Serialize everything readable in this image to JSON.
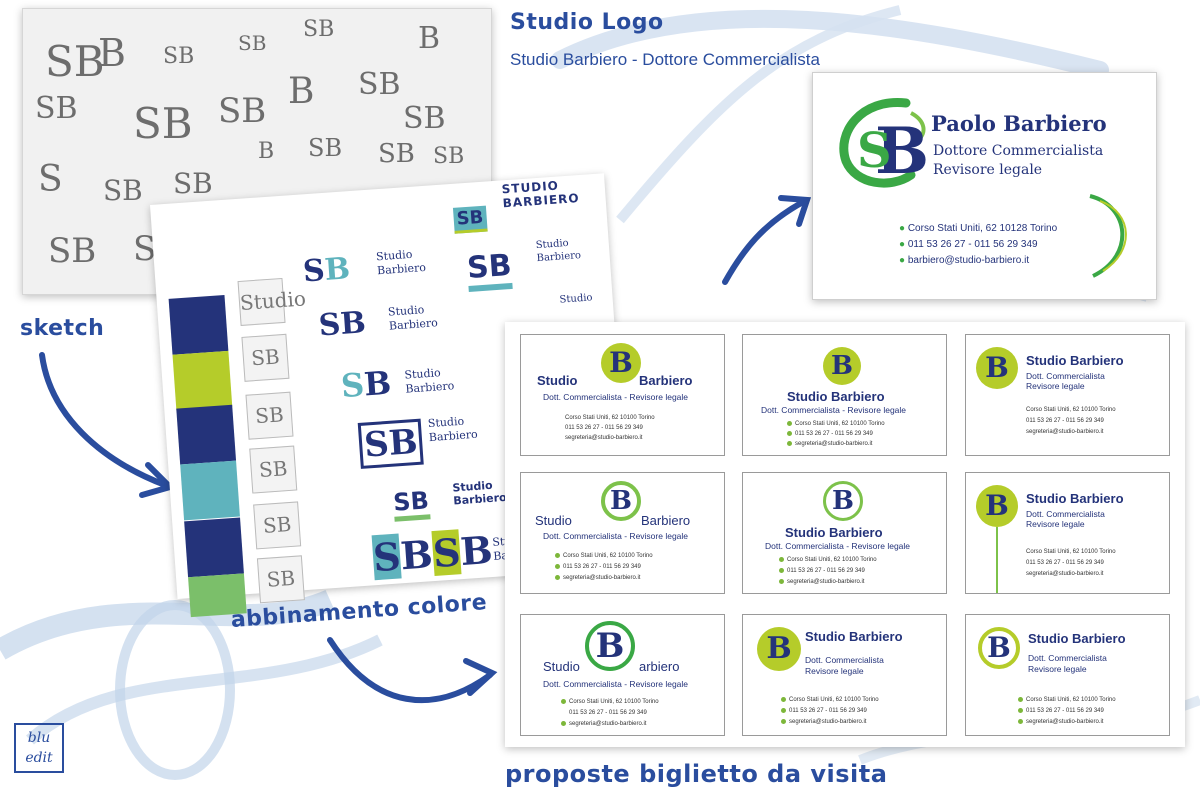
{
  "header": {
    "title": "Studio Logo",
    "subtitle": "Studio Barbiero - Dottore Commercialista"
  },
  "labels": {
    "sketch": "sketch",
    "color_matching": "abbinamento colore",
    "business_card_proposals": "proposte biglietto da visita"
  },
  "badge": {
    "line1": "blu",
    "line2": "edit"
  },
  "logo": {
    "monogram_s": "S",
    "monogram_b": "B"
  },
  "featured_card": {
    "name": "Paolo Barbiero",
    "title1": "Dottore Commercialista",
    "title2": "Revisore legale",
    "address": "Corso Stati Uniti, 62 10128 Torino",
    "phone": "011 53 26 27 - 011 56 29 349",
    "email": "barbiero@studio-barbiero.it"
  },
  "color_sheet": {
    "wordmark_studio": "Studio",
    "wordmark_barbiero": "Barbiero",
    "wordmark_caps": "STUDIO BARBIERO",
    "wordmark_caps_studio": "STUDIO",
    "wordmark_caps_barbiero": "BARBIERO",
    "truncated": "Studio"
  },
  "cards": {
    "studio": "Studio",
    "barbiero": "Barbiero",
    "studio_barbiero": "Studio Barbiero",
    "arbiero": "arbiero",
    "tagline": "Dott. Commercialista - Revisore legale",
    "dott": "Dott. Commercialista",
    "revisore": "Revisore legale",
    "address": "Corso Stati Uniti, 62 10100 Torino",
    "phone": "011 53 26 27 - 011 56 29 349",
    "email": "segreteria@studio-barbiero.it"
  },
  "colors": {
    "navy": "#24337a",
    "lime": "#b5cc2a",
    "teal": "#5fb3bd",
    "green": "#7bbf6a",
    "handwriting_blue": "#2a4d9e"
  }
}
